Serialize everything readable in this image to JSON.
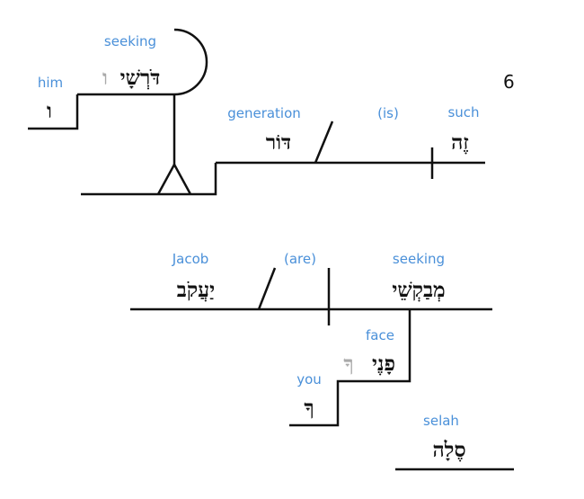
{
  "verse_number": "6",
  "clause1": {
    "subject": {
      "hebrew": "זֶה",
      "gloss": "such"
    },
    "verb_gloss": "(is)",
    "predicate": {
      "hebrew": "דּוֹר",
      "gloss": "generation"
    },
    "modifier": {
      "hebrew": "דֹּרְשָׁי",
      "hebrew_faded": "ו",
      "gloss": "seeking"
    },
    "object": {
      "hebrew": "ו",
      "gloss": "him"
    }
  },
  "clause2": {
    "subject": {
      "hebrew": "מְבַקְשֵׁי",
      "gloss": "seeking"
    },
    "verb_gloss": "(are)",
    "predicate": {
      "hebrew": "יַעֲקֹב",
      "gloss": "Jacob"
    },
    "construct": {
      "hebrew": "פָנֶי",
      "hebrew_faded": "ךָ",
      "gloss": "face"
    },
    "suffix": {
      "hebrew": "ךָ",
      "gloss": "you"
    }
  },
  "interjection": {
    "hebrew": "סֶלָה",
    "gloss": "selah"
  },
  "colors": {
    "gloss": "#4a90d9",
    "faded": "#aaaaaa",
    "ink": "#111111"
  }
}
